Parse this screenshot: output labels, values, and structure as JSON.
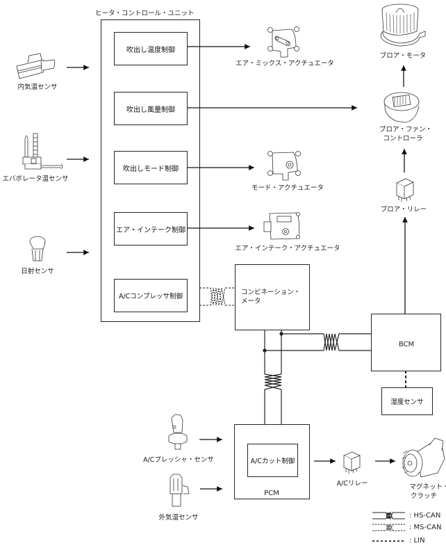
{
  "hcu": {
    "title": "ヒータ・コントロール・ユニット",
    "controls": [
      "吹出し温度制御",
      "吹出し風量制御",
      "吹出しモード制御",
      "エア・インテーク制御",
      "A/Cコンプレッサ制御"
    ]
  },
  "inputs": {
    "cabin_temp_sensor": "内気温センサ",
    "evaporator_temp_sensor": "エバポレータ温センサ",
    "sunlight_sensor": "日射センサ",
    "ac_pressure_sensor": "A/Cプレッシャ・センサ",
    "ambient_temp_sensor": "外気温センサ"
  },
  "outputs": {
    "air_mix_actuator": "エア・ミックス・アクチュエータ",
    "mode_actuator": "モード・アクチュエータ",
    "air_intake_actuator": "エア・インテーク・アクチュエータ",
    "blower_motor": "ブロア・モータ",
    "blower_fan_controller_line1": "ブロア・ファン・",
    "blower_fan_controller_line2": "コントローラ",
    "blower_relay": "ブロア・リレー",
    "ac_relay": "A/Cリレー",
    "magnetic_clutch_line1": "マグネット・",
    "magnetic_clutch_line2": "クラッチ"
  },
  "modules": {
    "combination_meter_line1": "コンビネーション・",
    "combination_meter_line2": "メータ",
    "bcm": "BCM",
    "humidity_sensor": "湿度センサ",
    "pcm": "PCM",
    "ac_cut_control": "A/Cカット制御"
  },
  "legend": [
    {
      "type": "solid-twisted",
      "label": ": HS-CAN"
    },
    {
      "type": "dashed-twisted",
      "label": ": MS-CAN"
    },
    {
      "type": "dashed",
      "label": ": LIN"
    }
  ]
}
